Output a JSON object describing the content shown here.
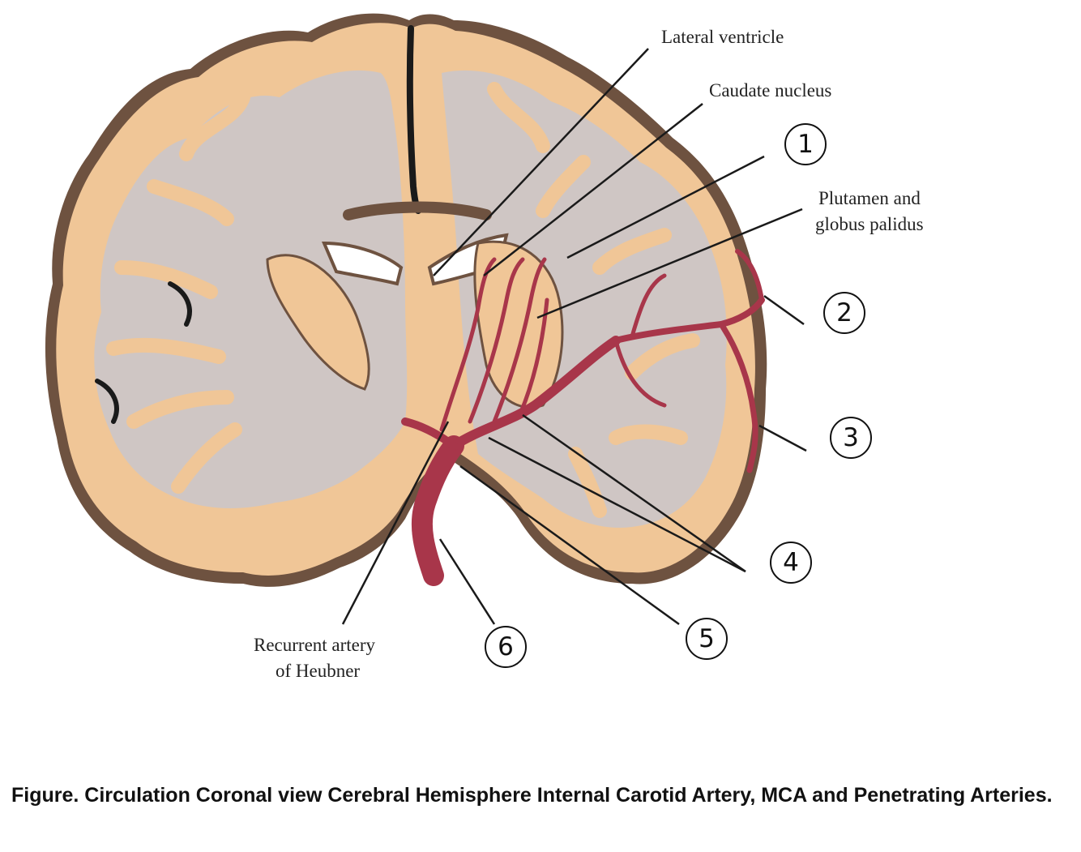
{
  "labels": {
    "lateral_ventricle": "Lateral ventricle",
    "caudate_nucleus": "Caudate nucleus",
    "putamen_line1": "Plutamen and",
    "putamen_line2": "globus palidus",
    "heubner_line1": "Recurrent artery",
    "heubner_line2": "of Heubner"
  },
  "numbers": {
    "n1": "1",
    "n2": "2",
    "n3": "3",
    "n4": "4",
    "n5": "5",
    "n6": "6"
  },
  "caption": "Figure. Circulation Coronal view Cerebral Hemisphere Internal Carotid Artery, MCA and Penetrating Arteries.",
  "colors": {
    "cortex": "#f0c697",
    "cortex_edge": "#6e5240",
    "white_matter": "#cfc6c4",
    "artery": "#a8364a",
    "ventricle": "#ffffff"
  }
}
